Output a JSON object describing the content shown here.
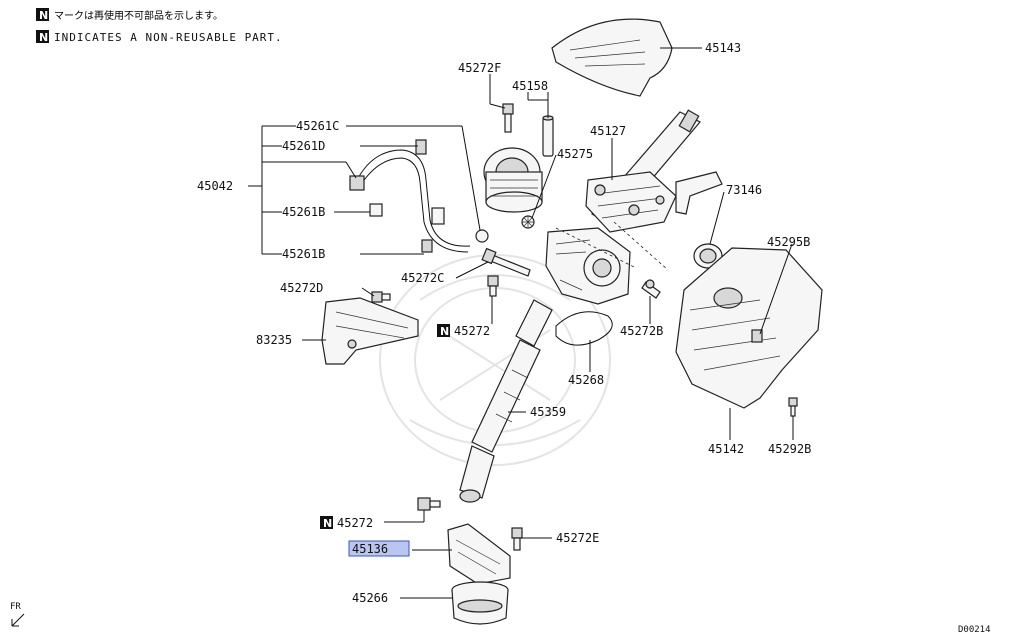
{
  "notes": {
    "badge": "N",
    "japanese": "マークは再使用不可部品を示します。",
    "english": "INDICATES A NON-REUSABLE PART."
  },
  "labels": {
    "p45143": "45143",
    "p45272F": "45272F",
    "p45158": "45158",
    "p45261C": "45261C",
    "p45127": "45127",
    "p45261D": "45261D",
    "p45275": "45275",
    "p45042": "45042",
    "p73146": "73146",
    "p45261B_a": "45261B",
    "p45295B": "45295B",
    "p45261B_b": "45261B",
    "p45272C": "45272C",
    "p45272D": "45272D",
    "p45272_a": "45272",
    "p45272B": "45272B",
    "p83235": "83235",
    "p45268": "45268",
    "p45359": "45359",
    "p45142": "45142",
    "p45292B": "45292B",
    "p45272_b": "45272",
    "p45272E": "45272E",
    "p45136": "45136",
    "p45266": "45266"
  },
  "direction": {
    "fr": "FR"
  },
  "code": "D00214",
  "colors": {
    "highlight": "#b9c6f0",
    "line": "#111111"
  }
}
